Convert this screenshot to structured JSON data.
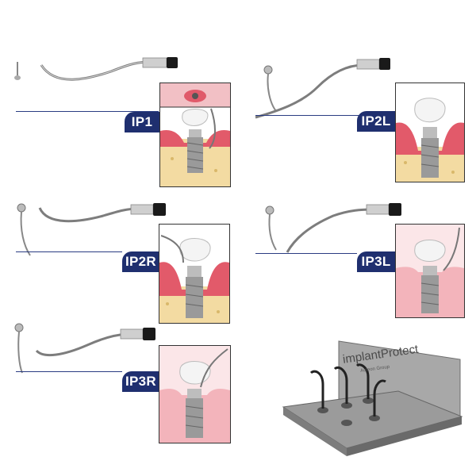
{
  "tips": [
    {
      "label": "IP1"
    },
    {
      "label": "IP2L"
    },
    {
      "label": "IP2R"
    },
    {
      "label": "IP3L"
    },
    {
      "label": "IP3R"
    }
  ],
  "kit": {
    "brand": "implantProtect",
    "subtitle": "Acteon Group"
  },
  "colors": {
    "tag": "#1f2f6f",
    "line": "#2a3c82",
    "gum": "#e25a6a",
    "bone": "#f1d79b"
  }
}
